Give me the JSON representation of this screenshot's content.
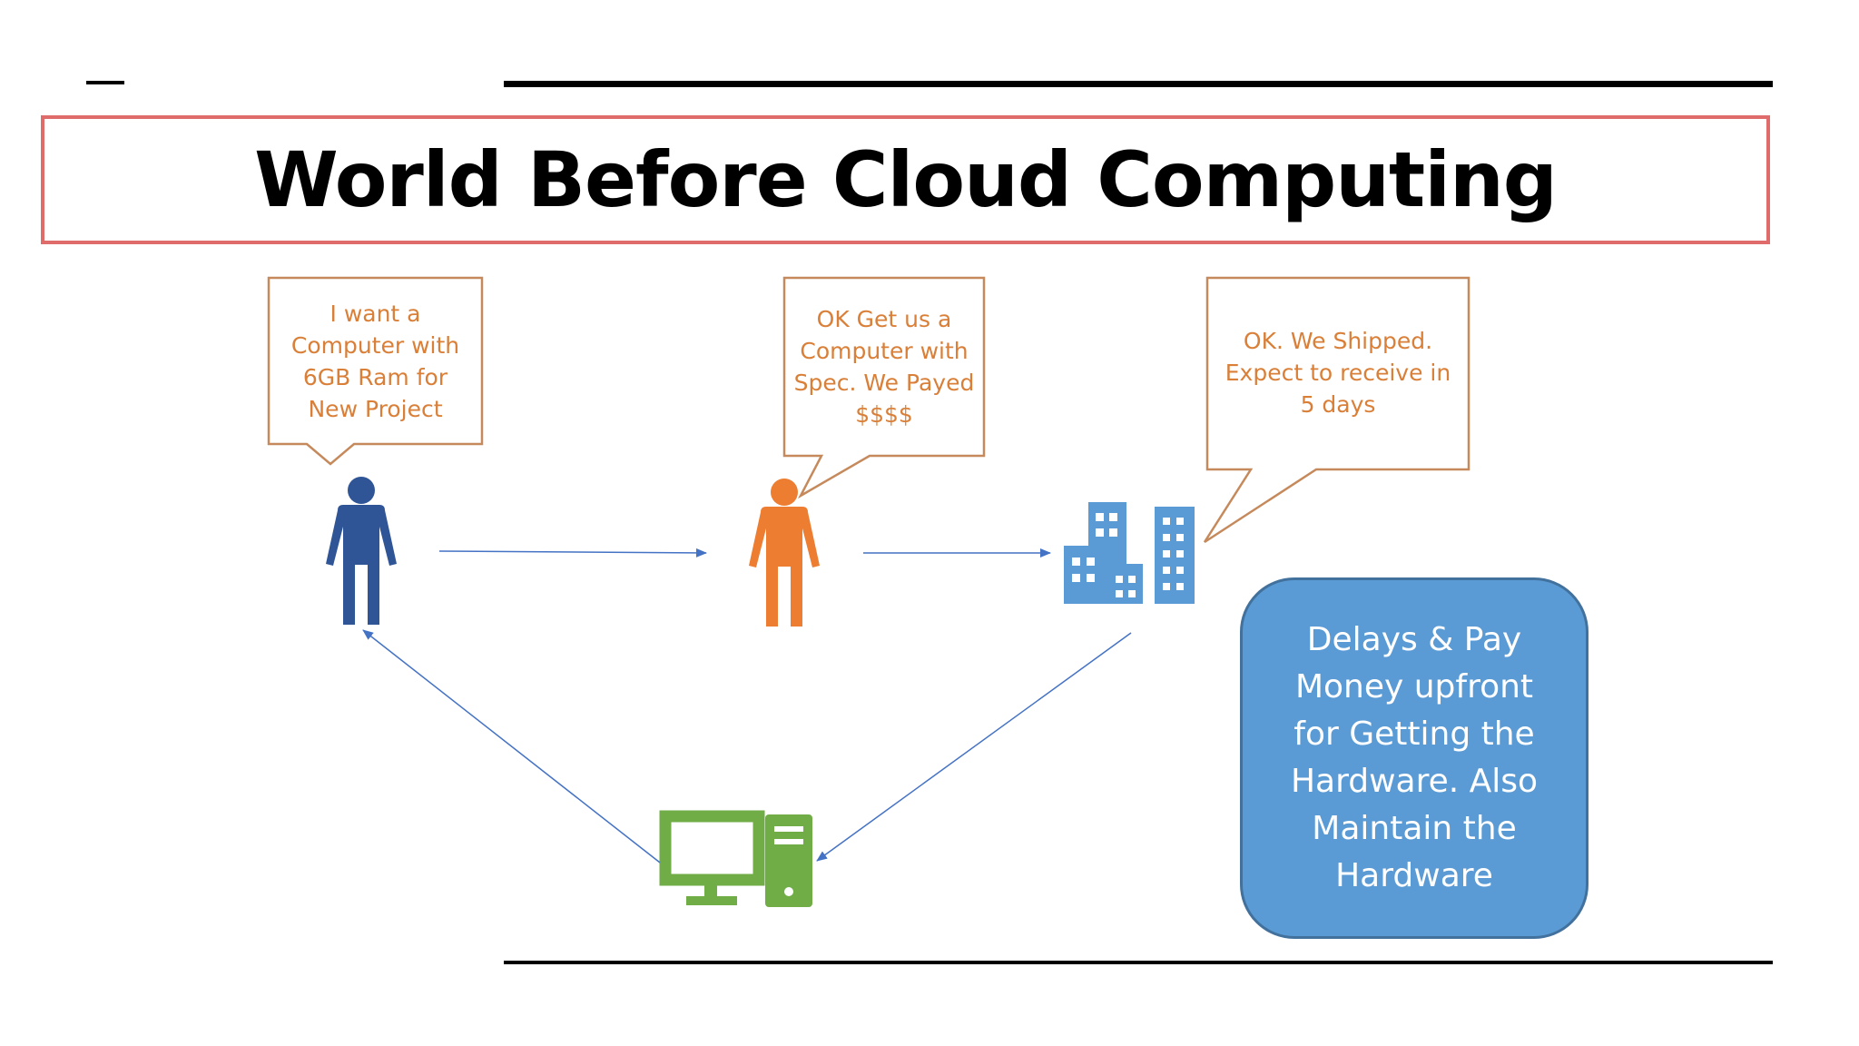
{
  "slide": {
    "title": "World Before Cloud Computing"
  },
  "callouts": {
    "user_request": "I want a Computer with 6GB Ram for New Project",
    "manager_order": "OK Get us a Computer with Spec. We Payed $$$$",
    "vendor_reply": "OK. We Shipped. Expect to receive in 5 days"
  },
  "note": {
    "text": "Delays & Pay Money upfront for Getting the Hardware. Also Maintain the Hardware"
  },
  "icons": {
    "user": "person-icon",
    "manager": "person-icon",
    "vendor": "buildings-icon",
    "hardware": "desktop-computer-icon"
  },
  "colors": {
    "user": "#2f5597",
    "manager": "#ed7d31",
    "vendor": "#5b9bd5",
    "hardware": "#70ad47",
    "callout_text": "#d97f38",
    "callout_border": "#c5895b",
    "title_border": "#e06b6b",
    "note_fill": "#5b9bd5",
    "arrow": "#4472c4"
  }
}
